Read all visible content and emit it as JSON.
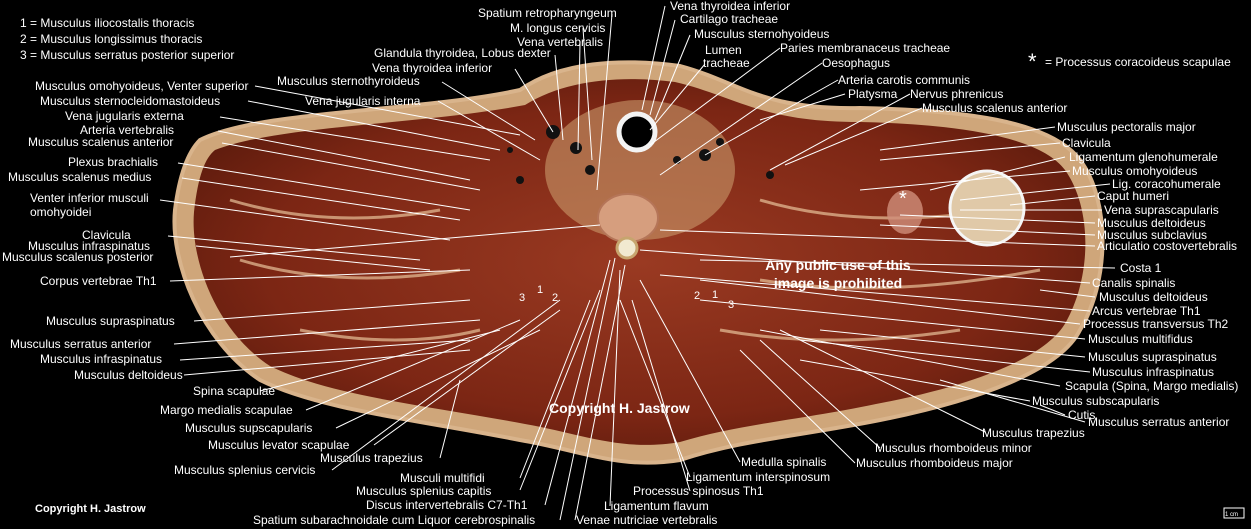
{
  "legend_numbers": [
    "1 = Musculus iliocostalis thoracis",
    "2 = Musculus longissimus thoracis",
    "3 = Musculus serratus posterior superior"
  ],
  "legend_star": "= Processus coracoideus scapulae",
  "left_labels": [
    "Musculus omohyoideus, Venter superior",
    "Musculus sternocleidomastoideus",
    "Vena jugularis externa",
    "Arteria vertebralis",
    "Musculus scalenus anterior",
    "Plexus brachialis",
    "Musculus scalenus medius",
    "Venter inferior musculi",
    "omohyoidei",
    "Clavicula",
    "Musculus infraspinatus",
    "Musculus scalenus posterior",
    "Corpus vertebrae Th1",
    "Musculus supraspinatus",
    "Musculus serratus anterior",
    "Musculus infraspinatus",
    "Musculus deltoideus",
    "Spina scapulae",
    "Margo medialis scapulae",
    "Musculus supscapularis",
    "Musculus levator scapulae",
    "Musculus trapezius",
    "Musculus splenius cervicis"
  ],
  "top_labels": [
    "Spatium retropharyngeum",
    "M. longus cervicis",
    "Vena vertebralis",
    "Glandula thyroidea, Lobus dexter",
    "Vena thyroidea inferior",
    "Musculus sternothyroideus",
    "Vena jugularis interna",
    "Vena thyroidea inferior",
    "Cartilago tracheae",
    "Musculus sternohyoideus",
    "Lumen",
    "tracheae",
    "Paries membranaceus tracheae",
    "Oesophagus",
    "Arteria carotis communis",
    "Platysma",
    "Nervus phrenicus",
    "Musculus scalenus anterior"
  ],
  "right_labels": [
    "Musculus pectoralis major",
    "Clavicula",
    "Ligamentum glenohumerale",
    "Musculus omohyoideus",
    "Lig. coracohumerale",
    "Caput humeri",
    "Vena suprascapularis",
    "Musculus deltoideus",
    "Musculus subclavius",
    "Articulatio costovertebralis",
    "Costa 1",
    "Canalis spinalis",
    "Musculus deltoideus",
    "Arcus vertebrae Th1",
    "Processus transversus Th2",
    "Musculus multifidus",
    "Musculus supraspinatus",
    "Musculus infraspinatus",
    "Scapula (Spina, Margo medialis)",
    "Musculus subscapularis",
    "Cutis",
    "Musculus serratus anterior",
    "Musculus trapezius",
    "Musculus rhomboideus minor",
    "Musculus rhomboideus major"
  ],
  "bottom_labels": [
    "Medulla spinalis",
    "Ligamentum interspinosum",
    "Musculi multifidi",
    "Musculus splenius capitis",
    "Processus spinosus Th1",
    "Discus intervertebralis C7-Th1",
    "Ligamentum flavum",
    "Spatium subarachnoidale cum Liquor cerebrospinalis",
    "Venae nutriciae vertebralis"
  ],
  "watermark": "Any public use of this image is prohibited",
  "copyright_center": "Copyright H. Jastrow",
  "copyright_corner": "Copyright H. Jastrow",
  "scale_text": "1 cm",
  "image_numbers": [
    "3",
    "1",
    "2",
    "2",
    "1",
    "3"
  ]
}
